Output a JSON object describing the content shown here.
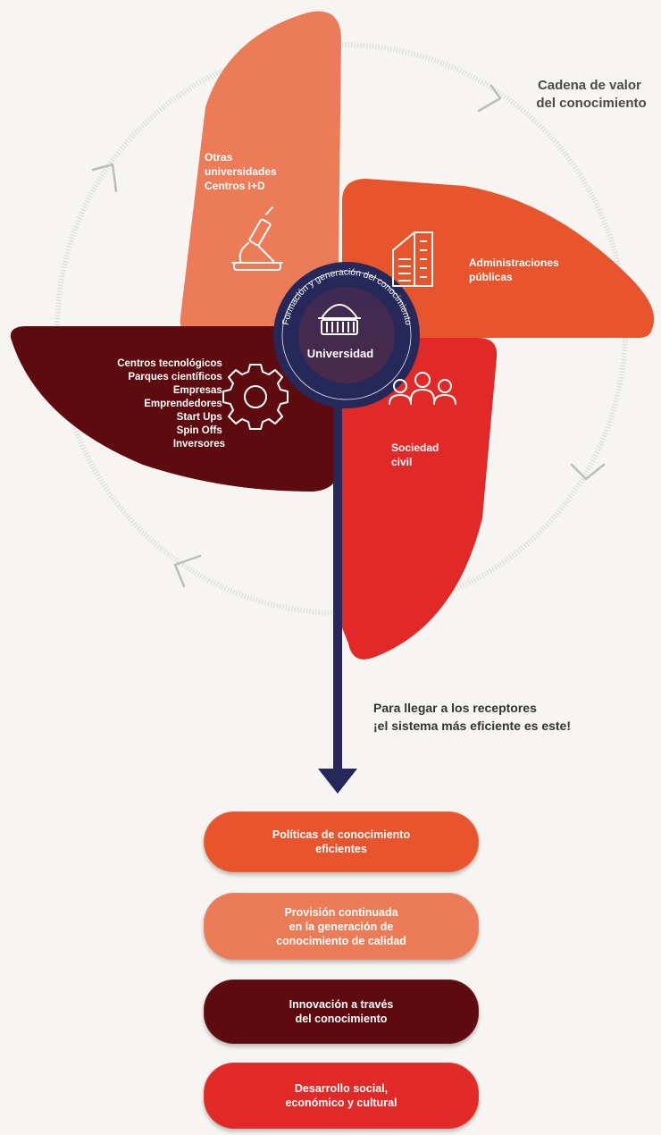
{
  "cycle": {
    "title_line1": "Cadena de valor",
    "title_line2": "del conocimiento"
  },
  "center": {
    "arc_text": "Formación y generación del conocimiento",
    "label": "Universidad",
    "icon": "dome-building-icon"
  },
  "petals": {
    "top": {
      "lines": [
        "Otras",
        "universidades",
        "Centros I+D"
      ],
      "icon": "microscope-icon",
      "color": "#ec7b58"
    },
    "right": {
      "lines": [
        "Administraciones",
        "públicas"
      ],
      "icon": "office-building-icon",
      "color": "#e8552d"
    },
    "left": {
      "lines": [
        "Centros tecnológicos",
        "Parques científicos",
        "Empresas",
        "Emprendedores",
        "Start Ups",
        "Spin Offs",
        "Inversores"
      ],
      "icon": "gear-icon",
      "color": "#5e0b10"
    },
    "bottom": {
      "lines": [
        "Sociedad",
        "civil"
      ],
      "icon": "people-group-icon",
      "color": "#e12a27"
    }
  },
  "arrow_caption": {
    "line1": "Para llegar a los receptores",
    "line2": "¡el sistema más eficiente es este!"
  },
  "outcomes": [
    {
      "text": "Políticas de conocimiento\neficientes",
      "color": "#e8552d"
    },
    {
      "text": "Provisión continuada\nen la generación de\nconocimiento de calidad",
      "color": "#ec7b58"
    },
    {
      "text": "Innovación a través\ndel conocimiento",
      "color": "#5e0b10"
    },
    {
      "text": "Desarrollo social,\neconómico y cultural",
      "color": "#e12a27"
    }
  ],
  "colors": {
    "navy": "#26285a",
    "ring": "#d9d9d6",
    "background": "#f6f5f1"
  }
}
